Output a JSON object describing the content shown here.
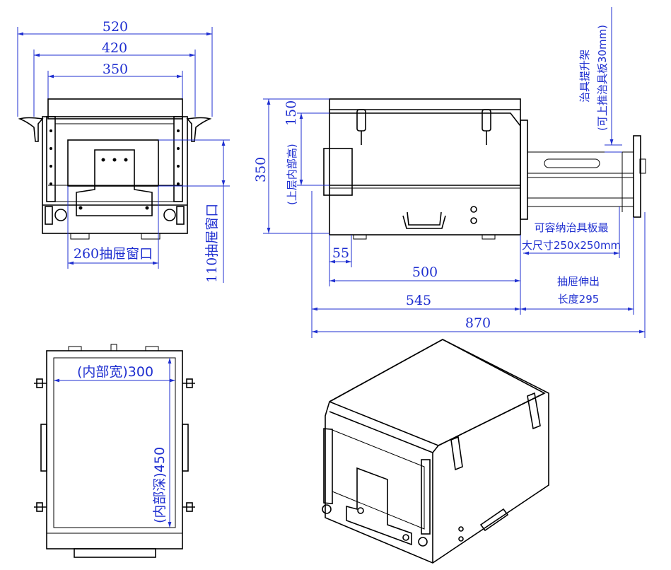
{
  "front": {
    "dim_outer": "520",
    "dim_mid": "420",
    "dim_inner": "350",
    "drawer_window_w": "260抽屉窗口",
    "drawer_window_h": "110抽屉窗口"
  },
  "side": {
    "upper_inner_h_value": "150",
    "upper_inner_h_label": "(上层内部高)",
    "height": "350",
    "dim_55": "55",
    "dim_500": "500",
    "dim_545": "545",
    "dim_870": "870",
    "fixture_line1": "治具提升架",
    "fixture_line2": "(可上推治具板30mm)",
    "capacity_line1": "可容纳治具板最",
    "capacity_line2": "大尺寸250x250mm",
    "drawer_ext_line1": "抽屉伸出",
    "drawer_ext_line2": "长度295"
  },
  "top": {
    "inner_width": "(内部宽)300",
    "inner_depth": "(内部深)450"
  }
}
